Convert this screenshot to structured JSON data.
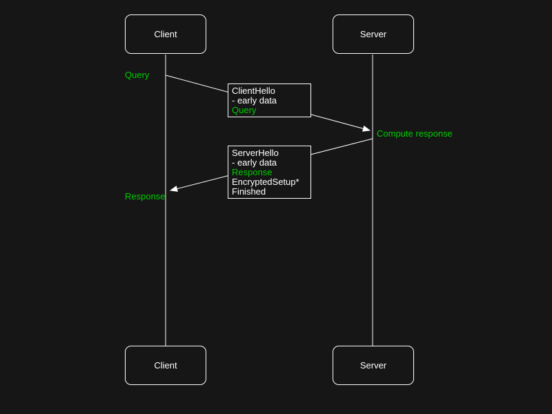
{
  "colors": {
    "background": "#161616",
    "stroke": "#ffffff",
    "text": "#ffffff",
    "accent_green": "#00cc00"
  },
  "actors": {
    "client": "Client",
    "server": "Server"
  },
  "labels": {
    "query": "Query",
    "compute_response": "Compute response",
    "response": "Response"
  },
  "messages": {
    "client_hello_lines": [
      "ClientHello",
      "- early data",
      "Query"
    ],
    "server_hello_lines": [
      "ServerHello",
      "- early data",
      "Response",
      "EncryptedSetup*",
      "Finished"
    ]
  }
}
